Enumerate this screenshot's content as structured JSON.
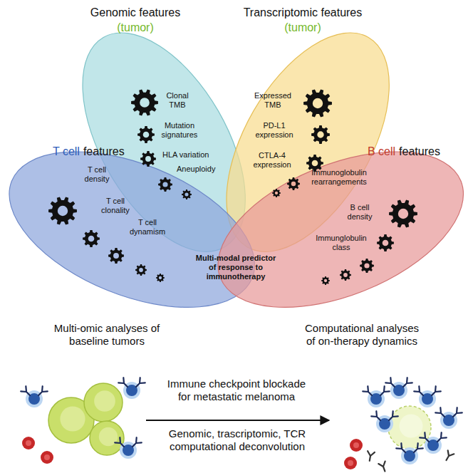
{
  "diagram": {
    "nodes": [
      {
        "text": [
          "Genomic features",
          "(tumor)",
          "Clonal TMB",
          "Mutation signatures",
          "HLA variation",
          "Aneuploidy"
        ]
      },
      {
        "text": [
          "Transcriptomic features",
          "(tumor)",
          "Expressed TMB",
          "PD-L1 expression",
          "CTLA-4 expression"
        ]
      },
      {
        "text": [
          "T cell",
          "features",
          "T cell density",
          "T cell clonality",
          "T cell dynamism"
        ]
      },
      {
        "text": [
          "B cell",
          "features",
          "Immunoglobulin rearrangements",
          "B cell density",
          "Immunglobulin class"
        ]
      }
    ],
    "labels": [
      "Multi-modal predictor of response to immunotherapy",
      "Multi-omic analyses of baseline tumors",
      "Computational analyses of on-therapy dynamics",
      "Immune checkpoint blockade for metastatic melanoma",
      "Genomic, trascriptomic, TCR computational deconvolution"
    ]
  }
}
